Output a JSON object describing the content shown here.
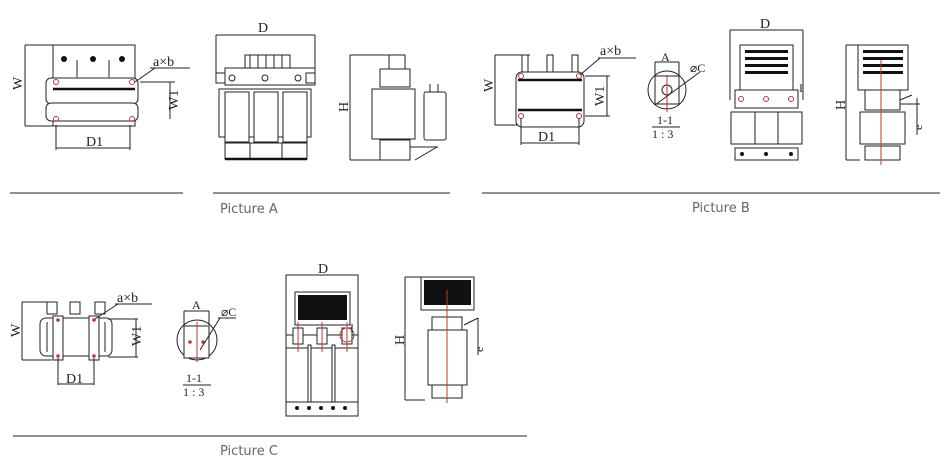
{
  "pictures": [
    {
      "caption": "Picture A",
      "labels": {
        "W": "W",
        "axb": "a×b",
        "W1": "W1",
        "D1": "D1",
        "D": "D",
        "H": "H"
      }
    },
    {
      "caption": "Picture B",
      "labels": {
        "W": "W",
        "axb": "a×b",
        "W1": "W1",
        "D1": "D1",
        "A": "A",
        "C": "⌀C",
        "section": "1-1",
        "scale": "1 : 3",
        "D": "D",
        "H": "H",
        "e": "e",
        "I": "I"
      }
    },
    {
      "caption": "Picture C",
      "labels": {
        "W": "W",
        "axb": "a×b",
        "W1": "W1",
        "D1": "D1",
        "A": "A",
        "C": "⌀C",
        "section": "1-1",
        "scale": "1 : 3",
        "D": "D",
        "H": "H",
        "e": "e",
        "I": "I"
      }
    }
  ],
  "colors": {
    "line": "#222222",
    "marker": "#c0392b",
    "caption": "#666666"
  }
}
